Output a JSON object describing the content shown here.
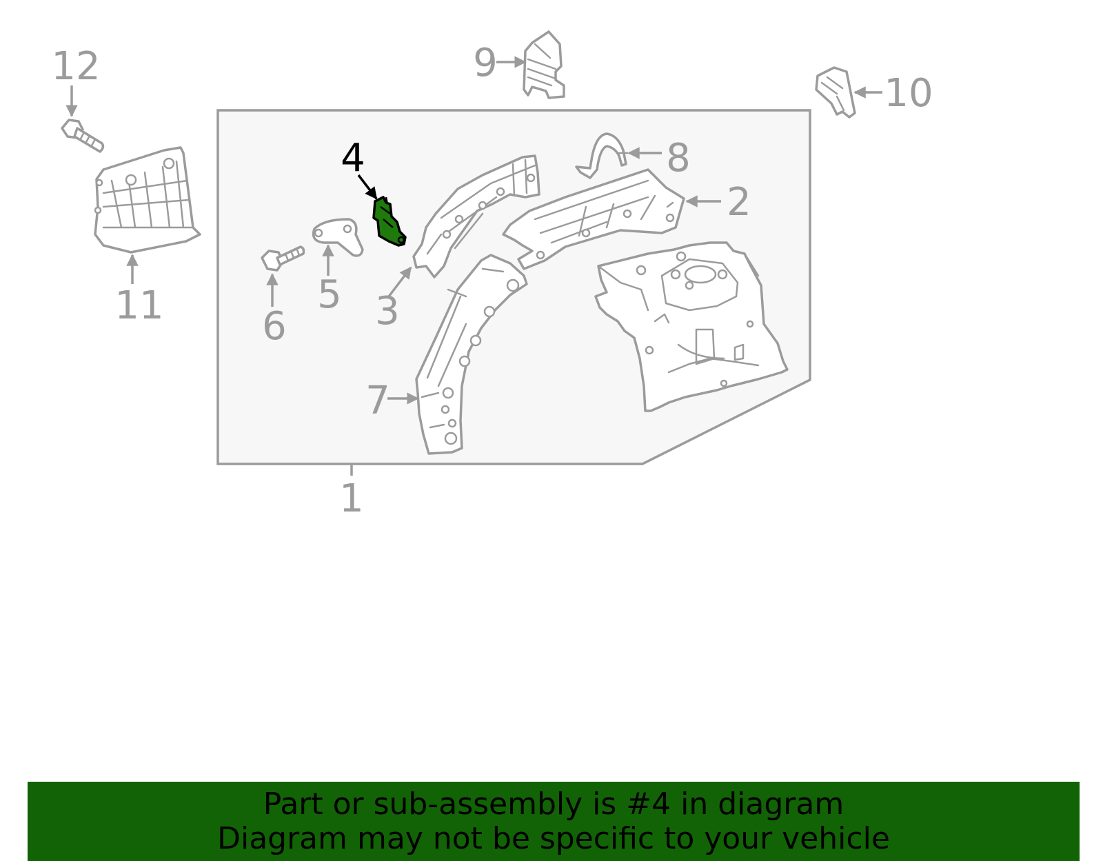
{
  "diagram": {
    "highlight_color": "#1f7a0c",
    "line_color": "#9b9b9b",
    "callouts": {
      "c1": "1",
      "c2": "2",
      "c3": "3",
      "c4": "4",
      "c5": "5",
      "c6": "6",
      "c7": "7",
      "c8": "8",
      "c9": "9",
      "c10": "10",
      "c11": "11",
      "c12": "12"
    }
  },
  "banner": {
    "line1": "Part or sub-assembly is #4 in diagram",
    "line2": "Diagram may not be specific to your vehicle",
    "background": "#126306"
  }
}
